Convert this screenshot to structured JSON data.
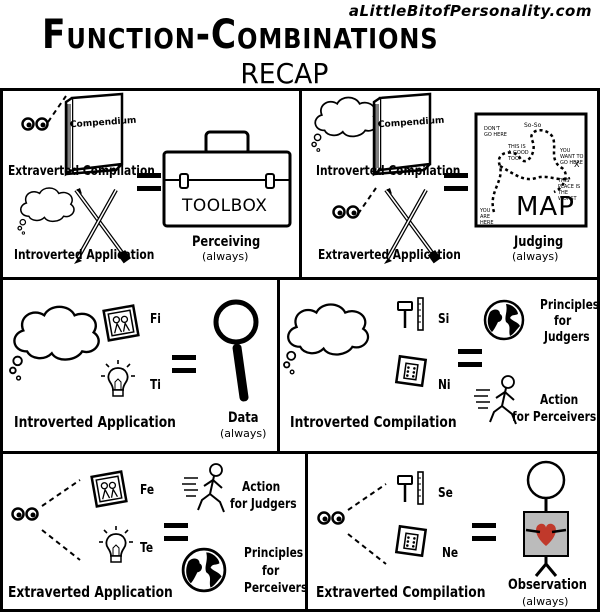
{
  "header": {
    "site": "aLittleBitofPersonality.com",
    "title": "Function-Combinations",
    "subtitle": "RECAP"
  },
  "panels": {
    "p1": {
      "book": "Compendium",
      "label_top": "Extraverted Compilation",
      "label_bottom": "Introverted Application",
      "toolbox": "TOOLBOX",
      "result": "Perceiving",
      "note": "(always)"
    },
    "p2": {
      "book": "Compendium",
      "label_top": "Introverted Compilation",
      "label_bottom": "Extraverted Application",
      "map_title": "MAP",
      "map_notes": [
        "DON'T GO HERE",
        "So-So",
        "THIS IS A GOOD TOO",
        "YOU WANT TO GO HERE",
        "THIS PLACE IS THE WORST",
        "YOU ARE HERE"
      ],
      "map_x": "X",
      "result": "Judging",
      "note": "(always)"
    },
    "p3": {
      "fi": "Fi",
      "ti": "Ti",
      "label": "Introverted Application",
      "result": "Data",
      "note": "(always)"
    },
    "p4": {
      "si": "Si",
      "ni": "Ni",
      "label": "Introverted Compilation",
      "result1": [
        "Principles",
        "for",
        "Judgers"
      ],
      "result2": [
        "Action",
        "for Perceivers"
      ]
    },
    "p5": {
      "fe": "Fe",
      "te": "Te",
      "label": "Extraverted Application",
      "result1": [
        "Action",
        "for Judgers"
      ],
      "result2": [
        "Principles",
        "for",
        "Perceivers"
      ]
    },
    "p6": {
      "se": "Se",
      "ne": "Ne",
      "label": "Extraverted Compilation",
      "result": "Observation",
      "note": "(always)"
    }
  }
}
